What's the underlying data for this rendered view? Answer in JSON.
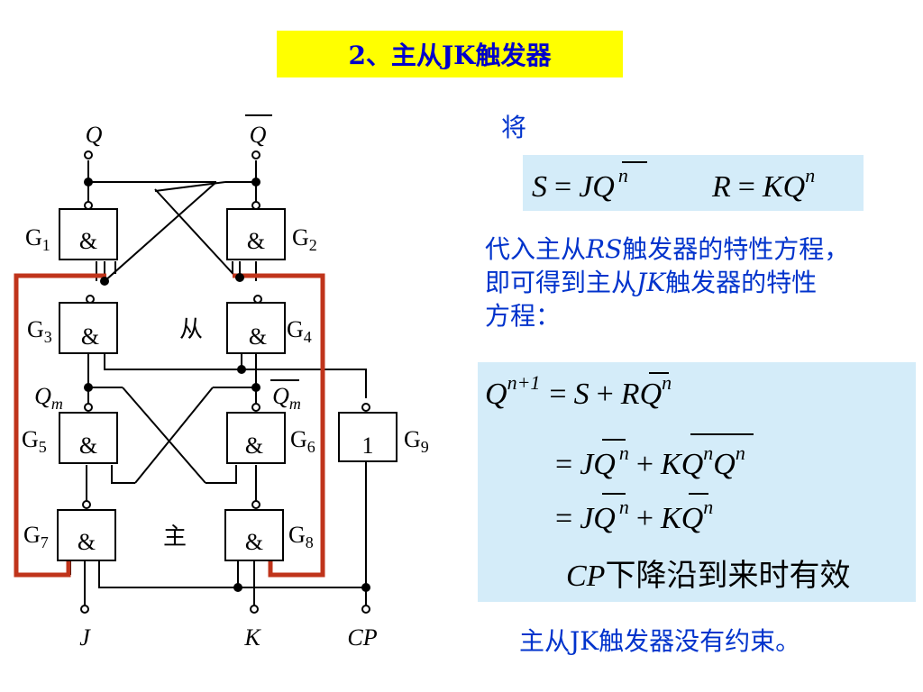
{
  "slide": {
    "title": "2、主从JK触发器",
    "jiang": "将",
    "sr": {
      "s_lhs": "S",
      "eq": "=",
      "j": "J",
      "q": "Q",
      "n": "n",
      "r_lhs": "R",
      "k": "K"
    },
    "para1": {
      "a": "代入主从",
      "b": "RS",
      "c": "触发器的特性方程，",
      "d": "即可得到主从",
      "e": "JK",
      "f": "触发器的特性",
      "g": "方程："
    },
    "eq": {
      "qn1_q": "Q",
      "qn1_sup": "n+1",
      "eq": "=",
      "s": "S",
      "plus": "+",
      "r": "R",
      "q": "Q",
      "n": "n",
      "j": "J",
      "k": "K",
      "cp_text": "CP",
      "cp_desc": "下降沿到来时有效"
    },
    "bottom_note": "主从JK触发器没有约束。"
  },
  "circuit": {
    "gate_symbol_and": "&",
    "gate_symbol_not": "1",
    "gates": {
      "g1": {
        "g": "G",
        "sub": "1"
      },
      "g2": {
        "g": "G",
        "sub": "2"
      },
      "g3": {
        "g": "G",
        "sub": "3"
      },
      "g4": {
        "g": "G",
        "sub": "4"
      },
      "g5": {
        "g": "G",
        "sub": "5"
      },
      "g6": {
        "g": "G",
        "sub": "6"
      },
      "g7": {
        "g": "G",
        "sub": "7"
      },
      "g8": {
        "g": "G",
        "sub": "8"
      },
      "g9": {
        "g": "G",
        "sub": "9"
      }
    },
    "labels": {
      "q": "Q",
      "qbar": "Q",
      "qm": "Q",
      "qm_sub": "m",
      "qmbar": "Q",
      "qmbar_sub": "m",
      "slave": "从",
      "master": "主",
      "j": "J",
      "k": "K",
      "cp": "CP"
    },
    "colors": {
      "wire": "#000000",
      "frame": "#c0341b"
    }
  }
}
